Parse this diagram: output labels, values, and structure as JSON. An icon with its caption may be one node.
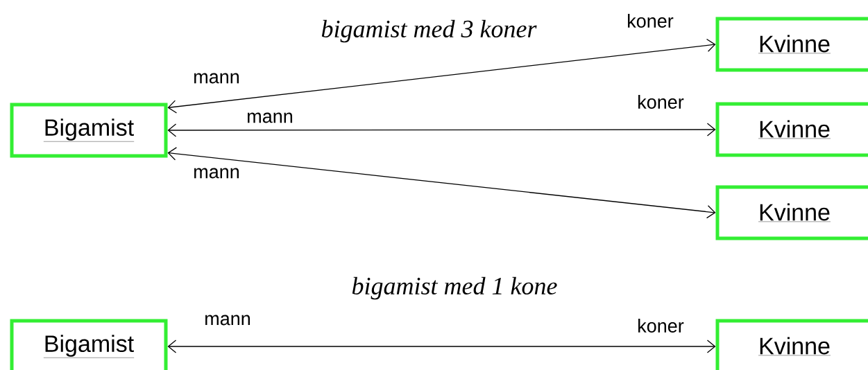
{
  "diagram": {
    "nodes": [
      {
        "text": [
          "Bigamist"
        ]
      },
      {
        "text": [
          "Kvinne"
        ]
      },
      {
        "text": [
          "Kvinne"
        ]
      },
      {
        "text": [
          "Kvinne"
        ]
      },
      {
        "text": [
          "Bigamist"
        ]
      },
      {
        "text": [
          "Kvinne"
        ]
      }
    ],
    "edges": [
      {
        "from": 0,
        "to": 1,
        "arrow": "both"
      },
      {
        "from": 0,
        "to": 2,
        "arrow": "both"
      },
      {
        "from": 0,
        "to": 3,
        "arrow": "both"
      },
      {
        "from": 4,
        "to": 5,
        "arrow": "both"
      }
    ],
    "labels": [
      "koner",
      "bigamist med 3 koner",
      "mann",
      "koner",
      "mann",
      "mann",
      "bigamist med 1 kone",
      "mann",
      "koner"
    ]
  }
}
